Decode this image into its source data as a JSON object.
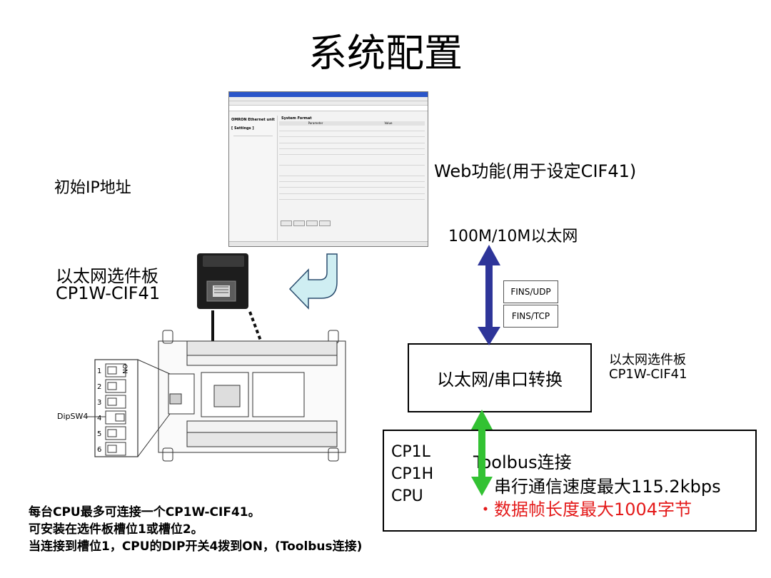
{
  "page_title": "系统配置",
  "labels": {
    "initial_ip": "初始IP地址",
    "web_function": "Web功能(用于设定CIF41)",
    "ethernet_speed": "100M/10M以太网",
    "board_left_line1": "以太网选件板",
    "board_left_line2": "CP1W-CIF41",
    "board_right_line1": "以太网选件板",
    "board_right_line2": "CP1W-CIF41",
    "converter": "以太网/串口转换",
    "protocol_udp": "FINS/UDP",
    "protocol_tcp": "FINS/TCP",
    "dipsw": "DipSW4",
    "dip_on": "ON"
  },
  "cpu_box": {
    "models": [
      "CP1L",
      "CP1H",
      "CPU"
    ],
    "toolbus_title": "Toolbus连接",
    "bullet1": "・串行通信速度最大115.2kbps",
    "bullet2": "・数据帧长度最大1004字节"
  },
  "notes": [
    "每台CPU最多可连接一个CP1W-CIF41。",
    "可安装在选件板槽位1或槽位2。",
    "当连接到槽位1，CPU的DIP开关4拨到ON，(Toolbus连接)"
  ],
  "browser": {
    "sidebar_title": "OMRON Ethernet unit",
    "sidebar_settings": "[ Settings ]",
    "main_title": "System Format",
    "col_parameter": "Parameter",
    "col_value": "Value"
  },
  "dip_numbers": [
    "1",
    "2",
    "3",
    "4",
    "5",
    "6"
  ],
  "colors": {
    "ethernet_arrow": "#2e3599",
    "serial_arrow": "#33c233",
    "bullet2_text": "#e41a1a",
    "return_arrow_fill": "#cfeef2",
    "return_arrow_stroke": "#2a4d6e"
  }
}
